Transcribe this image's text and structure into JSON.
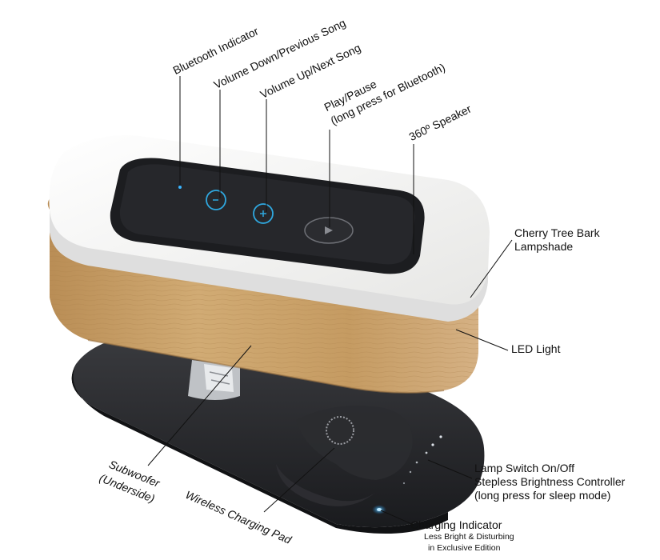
{
  "labels": {
    "bluetooth_indicator": "Bluetooth Indicator",
    "volume_down": "Volume Down/Previous Song",
    "volume_up": "Volume Up/Next Song",
    "play_pause_line1": "Play/Pause",
    "play_pause_line2": "(long press for Bluetooth)",
    "speaker_360": "360º Speaker",
    "lampshade_line1": "Cherry Tree Bark",
    "lampshade_line2": "Lampshade",
    "led_light": "LED Light",
    "lamp_switch_line1": "Lamp Switch On/Off",
    "lamp_switch_line2": "Stepless Brightness Controller",
    "lamp_switch_line3": "(long press for sleep mode)",
    "subwoofer_line1": "Subwoofer",
    "subwoofer_line2": "(Underside)",
    "wireless_pad": "Wireless Charging Pad",
    "charging_indicator": "Charging Indicator",
    "charging_note_line1": "Less Bright & Disturbing",
    "charging_note_line2": "in Exclusive Edition"
  },
  "colors": {
    "wood": "#c9a26a",
    "top_white": "#f4f4f2",
    "panel_black": "#1c1d20",
    "base_black": "#222326",
    "touch_blue": "#2fa8e0"
  }
}
